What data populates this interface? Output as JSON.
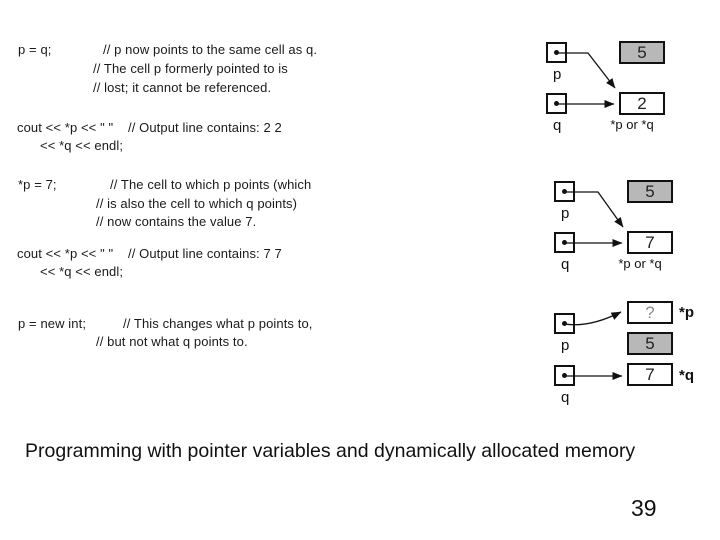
{
  "slide": {
    "caption": "Programming with pointer variables and dynamically allocated memory",
    "page_number": "39"
  },
  "colors": {
    "cell_fill_gray": "#b8b8b8",
    "line_black": "#111111",
    "unknown_value_gray": "#8a8a8a"
  },
  "code_blocks": [
    {
      "statement": "p = q;",
      "comments": [
        "// p now points to the same cell as q.",
        "// The cell p formerly pointed to is",
        "// lost; it cannot be referenced."
      ],
      "output_stmt": "cout << *p << \" \"",
      "output_comment": "// Output line contains: 2 2",
      "output_stmt2": "<< *q << endl;"
    },
    {
      "statement": "*p = 7;",
      "comments": [
        "// The cell to which p points (which",
        "// is also the cell to which q points)",
        "// now contains the value 7."
      ],
      "output_stmt": "cout << *p << \" \"",
      "output_comment": "// Output line contains: 7 7",
      "output_stmt2": "<< *q << endl;"
    },
    {
      "statement": "p = new int;",
      "comments": [
        "// This changes what p points to,",
        "// but not what q points to."
      ]
    }
  ],
  "diagrams": [
    {
      "pointer_p_label": "p",
      "pointer_q_label": "q",
      "lost_cell_value": "5",
      "target_cell_value": "2",
      "target_cell_label": "*p or *q"
    },
    {
      "pointer_p_label": "p",
      "pointer_q_label": "q",
      "lost_cell_value": "5",
      "target_cell_value": "7",
      "target_cell_label": "*p or *q"
    },
    {
      "pointer_p_label": "p",
      "pointer_q_label": "q",
      "p_cell_value": "?",
      "p_cell_label": "*p",
      "lost_cell_value": "5",
      "q_cell_value": "7",
      "q_cell_label": "*q"
    }
  ]
}
